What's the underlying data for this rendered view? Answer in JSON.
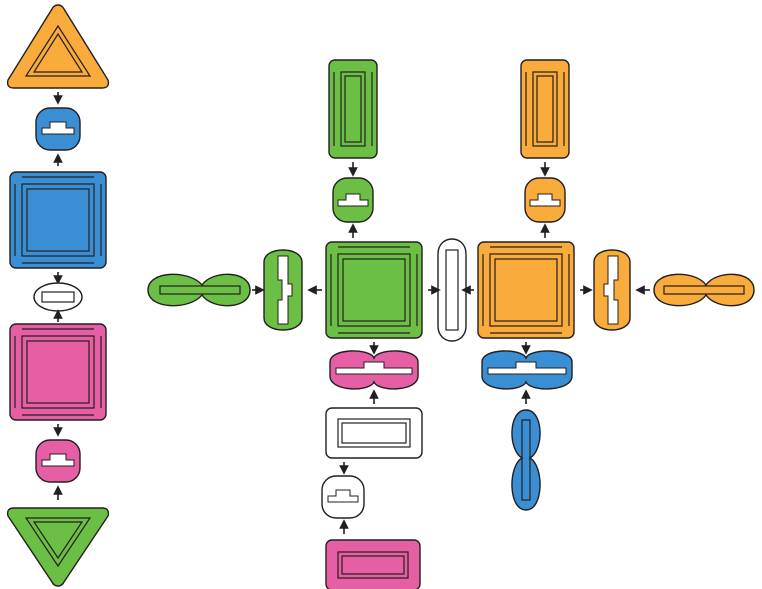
{
  "title": "",
  "colors": {
    "orange": "#f9ab3b",
    "blue": "#3a8fd4",
    "green": "#6cbf45",
    "pink": "#e65fa4",
    "white": "#ffffff",
    "outline": "#231f20"
  },
  "pieces": {
    "left_column": [
      "orange-triangle",
      "blue-connector",
      "blue-square",
      "white-connector",
      "pink-square",
      "pink-connector",
      "green-triangle"
    ],
    "green_cluster": [
      "green-rectangle",
      "green-connector",
      "green-square",
      "green-long-connector",
      "green-double-connector",
      "white-double-connector",
      "pink-long-connector",
      "white-rectangle",
      "white-connector",
      "pink-rectangle"
    ],
    "orange_cluster": [
      "orange-rectangle",
      "orange-connector",
      "orange-square",
      "orange-double-connector",
      "orange-long-connector",
      "blue-long-connector",
      "blue-vertical-long-connector"
    ]
  }
}
